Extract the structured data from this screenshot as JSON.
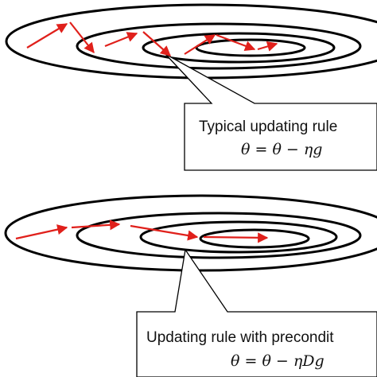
{
  "panels": [
    {
      "id": "typical",
      "caption": "Typical updating rule",
      "formula": "θ = θ − ηg"
    },
    {
      "id": "preconditioned",
      "caption": "Updating rule with precondit",
      "formula": "θ = θ − ηDg"
    }
  ],
  "colors": {
    "arrow": "#e0201b",
    "contour": "#000000"
  }
}
